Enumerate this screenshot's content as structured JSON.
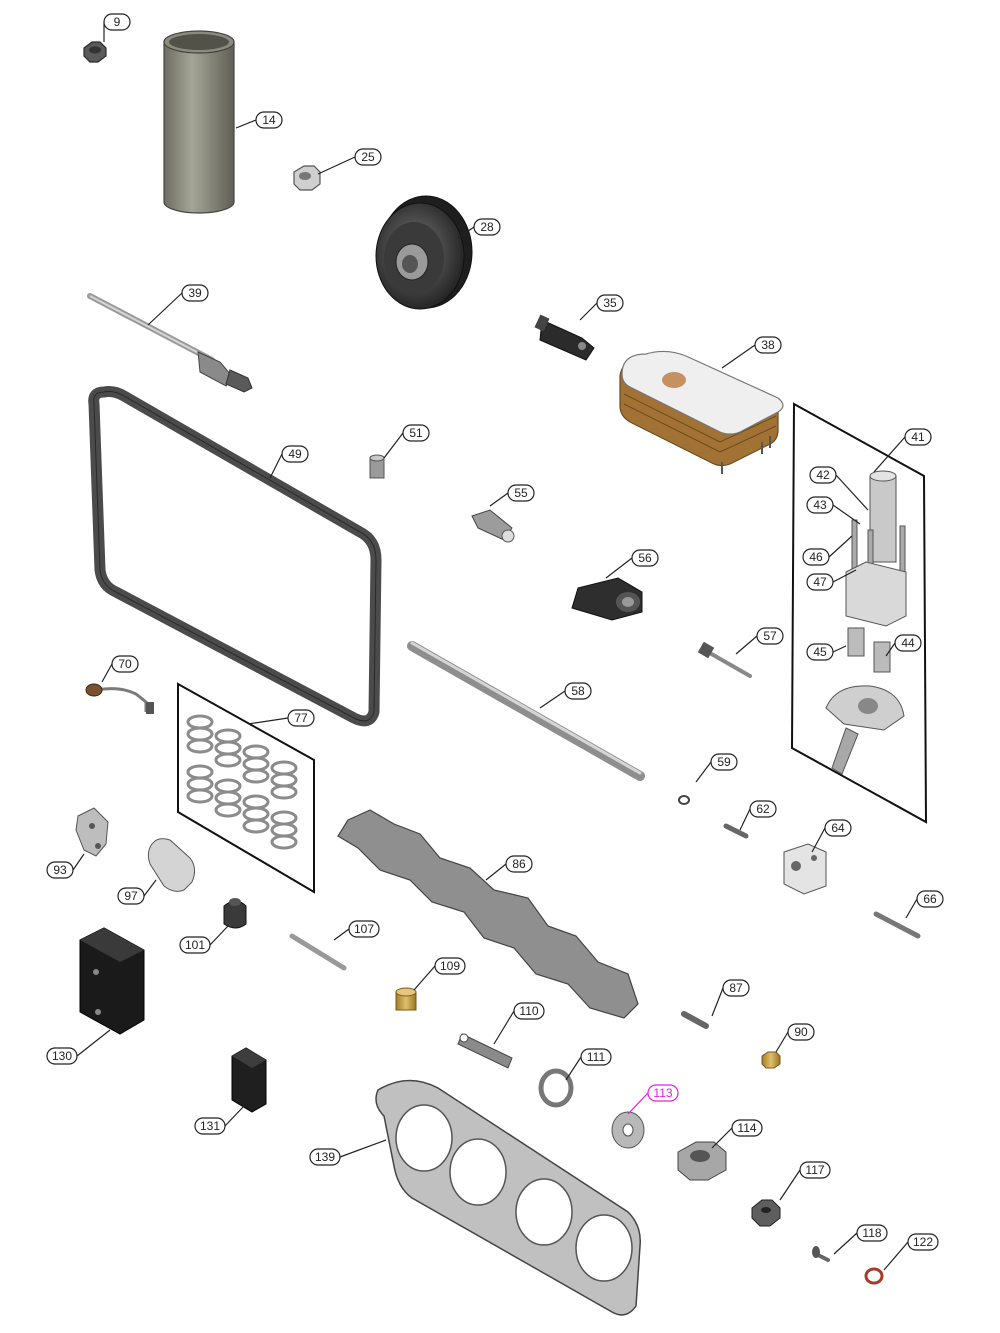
{
  "diagram": {
    "highlight_color": "#e020e0",
    "part_color": "#8a8a8a",
    "gasket_color": "#4a4a4a",
    "brass_color": "#c9a24a",
    "callouts": [
      {
        "id": "c9",
        "label": "9"
      },
      {
        "id": "c14",
        "label": "14"
      },
      {
        "id": "c25",
        "label": "25"
      },
      {
        "id": "c28",
        "label": "28"
      },
      {
        "id": "c35",
        "label": "35"
      },
      {
        "id": "c38",
        "label": "38"
      },
      {
        "id": "c39",
        "label": "39"
      },
      {
        "id": "c41",
        "label": "41"
      },
      {
        "id": "c42",
        "label": "42"
      },
      {
        "id": "c43",
        "label": "43"
      },
      {
        "id": "c44",
        "label": "44"
      },
      {
        "id": "c45",
        "label": "45"
      },
      {
        "id": "c46",
        "label": "46"
      },
      {
        "id": "c47",
        "label": "47"
      },
      {
        "id": "c49",
        "label": "49"
      },
      {
        "id": "c51",
        "label": "51"
      },
      {
        "id": "c55",
        "label": "55"
      },
      {
        "id": "c56",
        "label": "56"
      },
      {
        "id": "c57",
        "label": "57"
      },
      {
        "id": "c58",
        "label": "58"
      },
      {
        "id": "c59",
        "label": "59"
      },
      {
        "id": "c62",
        "label": "62"
      },
      {
        "id": "c64",
        "label": "64"
      },
      {
        "id": "c66",
        "label": "66"
      },
      {
        "id": "c70",
        "label": "70"
      },
      {
        "id": "c77",
        "label": "77"
      },
      {
        "id": "c86",
        "label": "86"
      },
      {
        "id": "c87",
        "label": "87"
      },
      {
        "id": "c90",
        "label": "90"
      },
      {
        "id": "c93",
        "label": "93"
      },
      {
        "id": "c97",
        "label": "97"
      },
      {
        "id": "c101",
        "label": "101"
      },
      {
        "id": "c107",
        "label": "107"
      },
      {
        "id": "c109",
        "label": "109"
      },
      {
        "id": "c110",
        "label": "110"
      },
      {
        "id": "c111",
        "label": "111"
      },
      {
        "id": "c113",
        "label": "113",
        "highlighted": true
      },
      {
        "id": "c114",
        "label": "114"
      },
      {
        "id": "c117",
        "label": "117"
      },
      {
        "id": "c118",
        "label": "118"
      },
      {
        "id": "c122",
        "label": "122"
      },
      {
        "id": "c130",
        "label": "130"
      },
      {
        "id": "c131",
        "label": "131"
      },
      {
        "id": "c139",
        "label": "139"
      }
    ]
  }
}
